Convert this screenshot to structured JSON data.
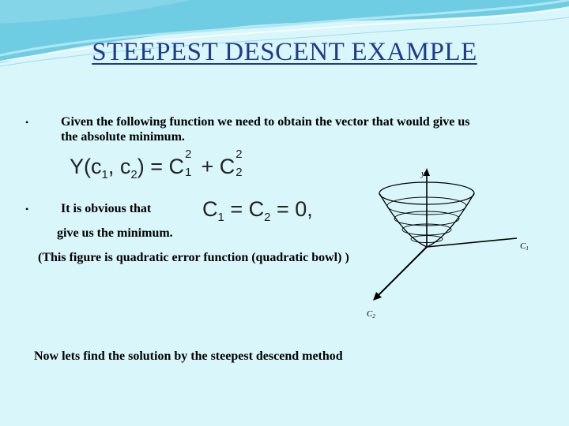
{
  "title": "STEEPEST DESCENT EXAMPLE",
  "bullets": [
    {
      "text_line1": "Given the following function we need to obtain the vector that would give us",
      "text_line2": "the absolute minimum."
    },
    {
      "text": "It is obvious that",
      "continuation": "give us the minimum."
    }
  ],
  "equation1": {
    "lhs": "Y(c",
    "sub1": "1",
    "mid": ", c",
    "sub2": "2",
    "rhs": ") = C",
    "sup1": "2",
    "sub3": "1",
    "plus": " + C",
    "sup2": "2",
    "sub4": "2"
  },
  "equation2": {
    "c1": "C",
    "sub1": "1",
    "eq": " = C",
    "sub2": "2",
    "tail": " = 0,"
  },
  "figure_note": "(This figure is quadratic error function (quadratic bowl) )",
  "closing": "Now lets find the solution by the steepest descend method",
  "figure": {
    "y_label": "y",
    "c1_label": "C",
    "c1_sub": "1",
    "c2_label": "C",
    "c2_sub": "2"
  },
  "colors": {
    "background": "#d9f6fb",
    "title": "#1f3c8c",
    "wave": "#5fc3dc"
  }
}
